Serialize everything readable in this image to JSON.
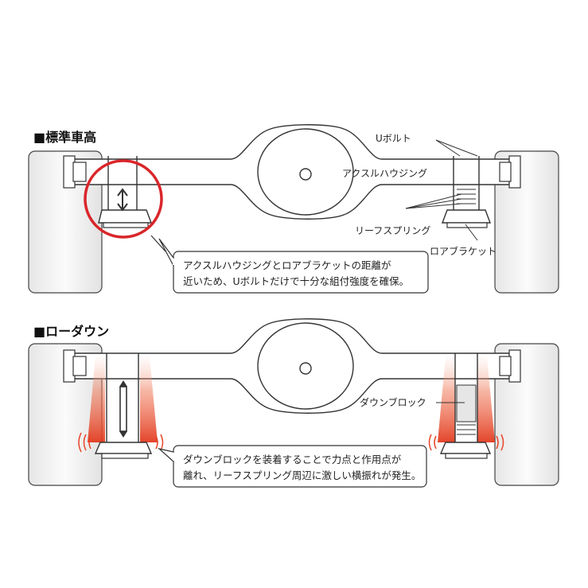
{
  "sections": {
    "standard": {
      "title": "■標準車高",
      "callout_line1": "アクスルハウジングとロアブラケットの距離が",
      "callout_line2": "近いため、Uボルトだけで十分な組付強度を確保。",
      "labels": {
        "u_bolt": "Uボルト",
        "axle_housing": "アクスルハウジング",
        "leaf_spring": "リーフスプリング",
        "lower_bracket": "ロアブラケット"
      }
    },
    "lowdown": {
      "title": "■ローダウン",
      "callout_line1": "ダウンブロックを装着することで力点と作用点が",
      "callout_line2": "離れ、リーフスプリング周辺に激しい横振れが発生。",
      "labels": {
        "down_block": "ダウンブロック"
      }
    }
  },
  "colors": {
    "highlight_circle": "#d9262a",
    "vibration": "#e8452a",
    "outline": "#333333",
    "tire_fill": "#f4f4f4"
  }
}
